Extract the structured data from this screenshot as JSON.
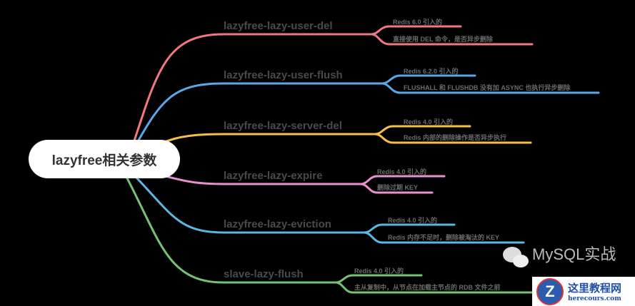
{
  "root": {
    "label": "lazyfree相关参数"
  },
  "colors": [
    "#f07880",
    "#5aa8e8",
    "#f5c048",
    "#e890d0",
    "#5ab8e0",
    "#74c274"
  ],
  "branches": [
    {
      "label": "lazyfree-lazy-user-del",
      "leaves": [
        "Redis 6.0 引入的",
        "直接使用 DEL 命令，是否异步删除"
      ]
    },
    {
      "label": "lazyfree-lazy-user-flush",
      "leaves": [
        "Redis 6.2.0 引入的",
        "FLUSHALL 和 FLUSHDB 没有加 ASYNC 也执行异步删除"
      ]
    },
    {
      "label": "lazyfree-lazy-server-del",
      "leaves": [
        "Redis 4.0 引入的",
        "Redis 内部的删除操作是否异步执行"
      ]
    },
    {
      "label": "lazyfree-lazy-expire",
      "leaves": [
        "Redis 4.0 引入的",
        "删除过期 KEY"
      ]
    },
    {
      "label": "lazyfree-lazy-eviction",
      "leaves": [
        "Redis 4.0 引入的",
        "Redis 内存不足时，删除被淘汰的 KEY"
      ]
    },
    {
      "label": "slave-lazy-flush",
      "leaves": [
        "Redis 4.0 引入的",
        "主从复制中，从节点在加载主节点的 RDB 文件之前"
      ]
    }
  ],
  "watermark": {
    "text": "MySQL实战",
    "site_name": "这里教程网",
    "site_url": "herecours.com"
  }
}
